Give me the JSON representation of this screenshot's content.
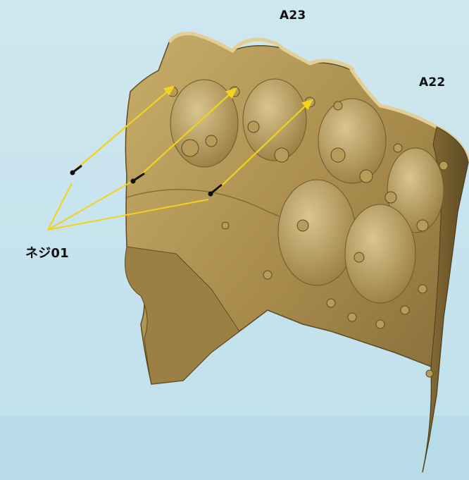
{
  "labels": {
    "part_a23": "A23",
    "part_a22": "A22",
    "screw": "ネジ01"
  },
  "colors": {
    "background": "#cfe6ee",
    "part_gold": "#a88b4c",
    "part_shadow": "#6e5a2c",
    "part_highlight": "#d8c48a",
    "arrow_yellow": "#f2d21a",
    "screw_black": "#111111"
  },
  "screw_count": 3
}
